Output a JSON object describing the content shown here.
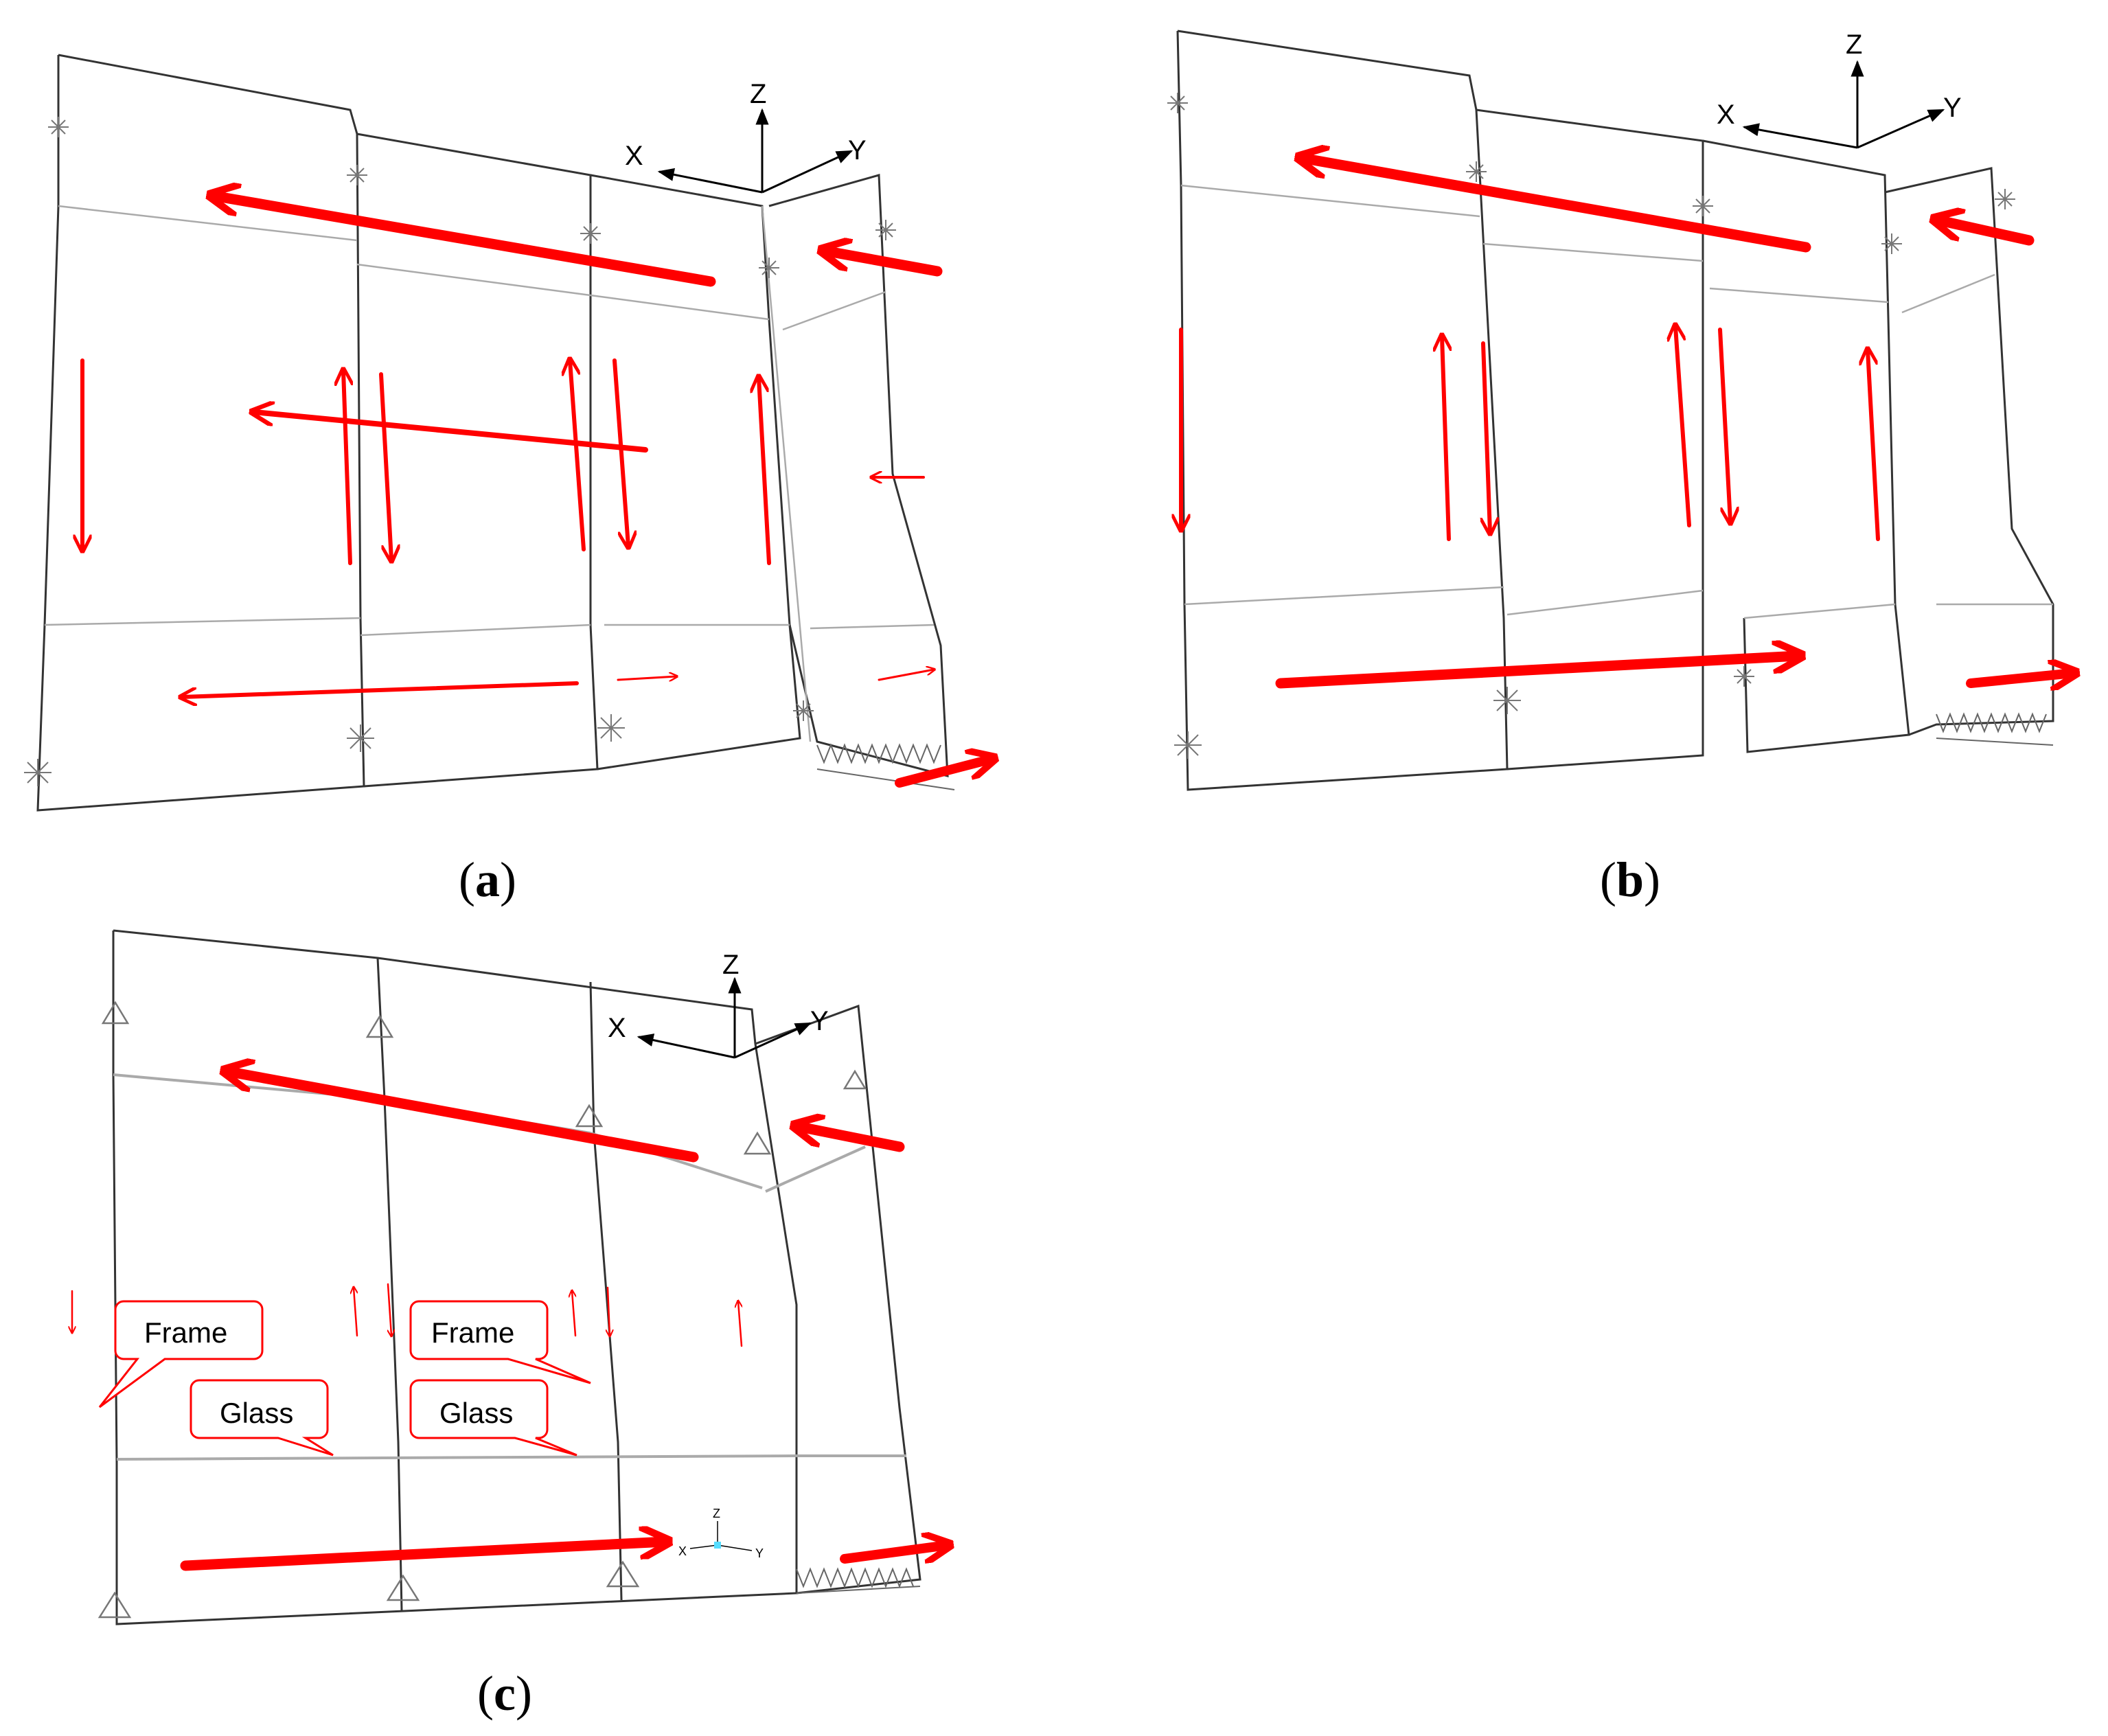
{
  "figure": {
    "panels": [
      {
        "id": "a",
        "caption_letter": "a",
        "axes": {
          "x": "X",
          "y": "Y",
          "z": "Z"
        }
      },
      {
        "id": "b",
        "caption_letter": "b",
        "axes": {
          "x": "X",
          "y": "Y",
          "z": "Z"
        }
      },
      {
        "id": "c",
        "caption_letter": "c",
        "axes": {
          "x": "X",
          "y": "Y",
          "z": "Z"
        },
        "callouts": [
          "Frame",
          "Frame",
          "Glass",
          "Glass"
        ],
        "mini_axes": {
          "x": "X",
          "y": "Y",
          "z": "Z"
        }
      }
    ],
    "colors": {
      "arrow": "#ff0000",
      "frame_line": "#333333",
      "glass_line": "#aaaaaa",
      "callout_border": "#ff0000"
    }
  }
}
